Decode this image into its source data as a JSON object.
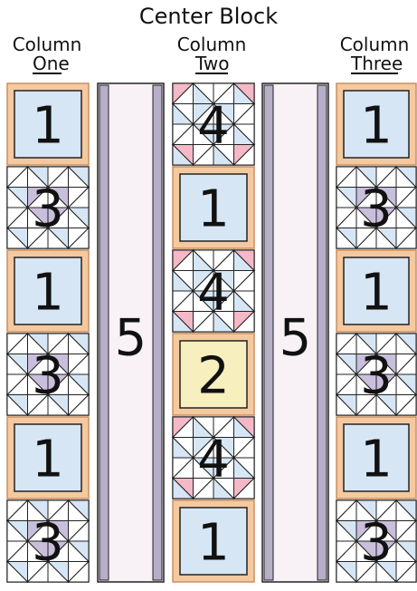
{
  "title": "Center Block",
  "columns": [
    {
      "line1": "Column",
      "line2": "One"
    },
    {
      "line1": "Column",
      "line2": "Two"
    },
    {
      "line1": "Column",
      "line2": "Three"
    }
  ],
  "column_one": [
    "1",
    "3",
    "1",
    "3",
    "1",
    "3"
  ],
  "column_two": [
    "4",
    "1",
    "4",
    "2",
    "4",
    "1"
  ],
  "column_three": [
    "1",
    "3",
    "1",
    "3",
    "1",
    "3"
  ],
  "sashing": [
    "5",
    "5"
  ],
  "colors": {
    "frame": "#f5c9a0",
    "frame_edge": "#c89060",
    "blue": "#d6e6f5",
    "yellow": "#f7efbe",
    "pink": "#f4b8c6",
    "lavender": "#c9bfdc",
    "sash": "#f8f2f6",
    "sash_edge": "#b7aec8",
    "line": "#222222"
  }
}
